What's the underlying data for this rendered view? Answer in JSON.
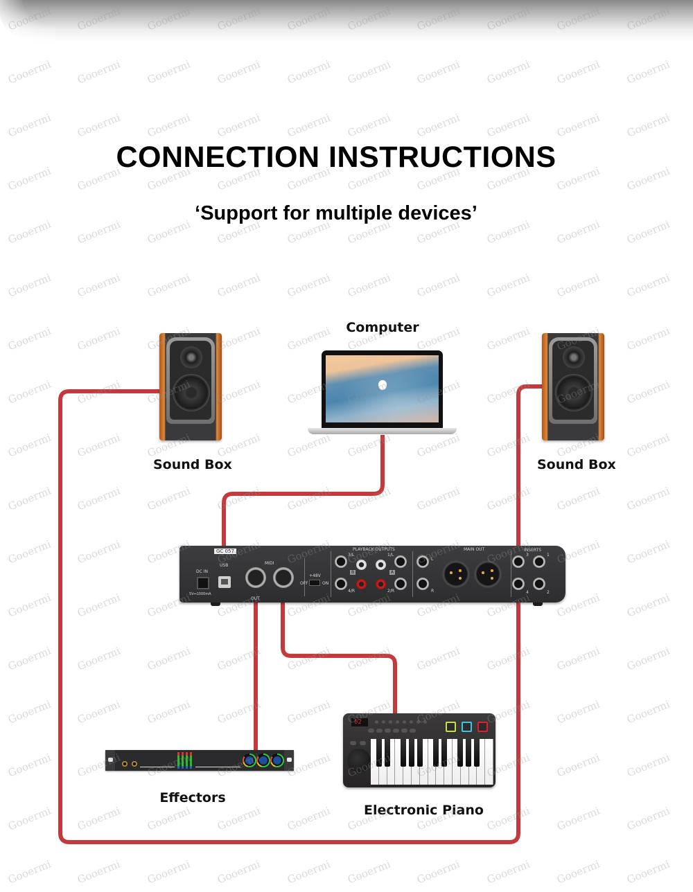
{
  "header": {
    "title": "CONNECTION INSTRUCTIONS",
    "subtitle": "‘Support for multiple devices’"
  },
  "watermark": {
    "text": "Gooermi"
  },
  "devices": {
    "computer": {
      "label": "Computer",
      "icon": "laptop-icon"
    },
    "sound_box_left": {
      "label": "Sound Box",
      "icon": "speaker-icon"
    },
    "sound_box_right": {
      "label": "Sound Box",
      "icon": "speaker-icon"
    },
    "effectors": {
      "label": "Effectors",
      "icon": "rack-effects-unit-icon"
    },
    "electronic_piano": {
      "label": "Electronic Piano",
      "icon": "midi-keyboard-icon",
      "display": "02"
    },
    "audio_interface": {
      "icon": "audio-interface-icon",
      "serial": "GC  057",
      "dc_in": "DC IN",
      "power_spec": "5V⎓1000mA",
      "usb": "USB",
      "midi": "MIDI",
      "midi_out": "OUT",
      "phantom": "+48V",
      "switch_off": "OFF",
      "switch_on": "ON",
      "playback_outputs": "PLAYBACK OUTPUTS",
      "pb_3l": "3/L",
      "pb_1l": "1/L",
      "pb_4r": "4/R",
      "pb_2r": "2/R",
      "pb_b": "B",
      "pb_a": "A",
      "main_out": "MAIN OUT",
      "ch_l": "L",
      "ch_r": "R",
      "inserts": "INSERTS",
      "ins_1": "1",
      "ins_2": "2",
      "ins_3": "3",
      "ins_4": "4"
    }
  },
  "connections": [
    {
      "from": "Computer",
      "to": "Audio Interface (USB)"
    },
    {
      "from": "Sound Box (left)",
      "to": "Audio Interface (Insert 4)"
    },
    {
      "from": "Sound Box (right)",
      "to": "Audio Interface (Insert 3)"
    },
    {
      "from": "Audio Interface (MIDI)",
      "to": "Effectors"
    },
    {
      "from": "Audio Interface (MIDI)",
      "to": "Electronic Piano"
    }
  ],
  "colors": {
    "cable": "#c43a3c",
    "title": "#000000",
    "watermark": "#c8c8c8"
  }
}
